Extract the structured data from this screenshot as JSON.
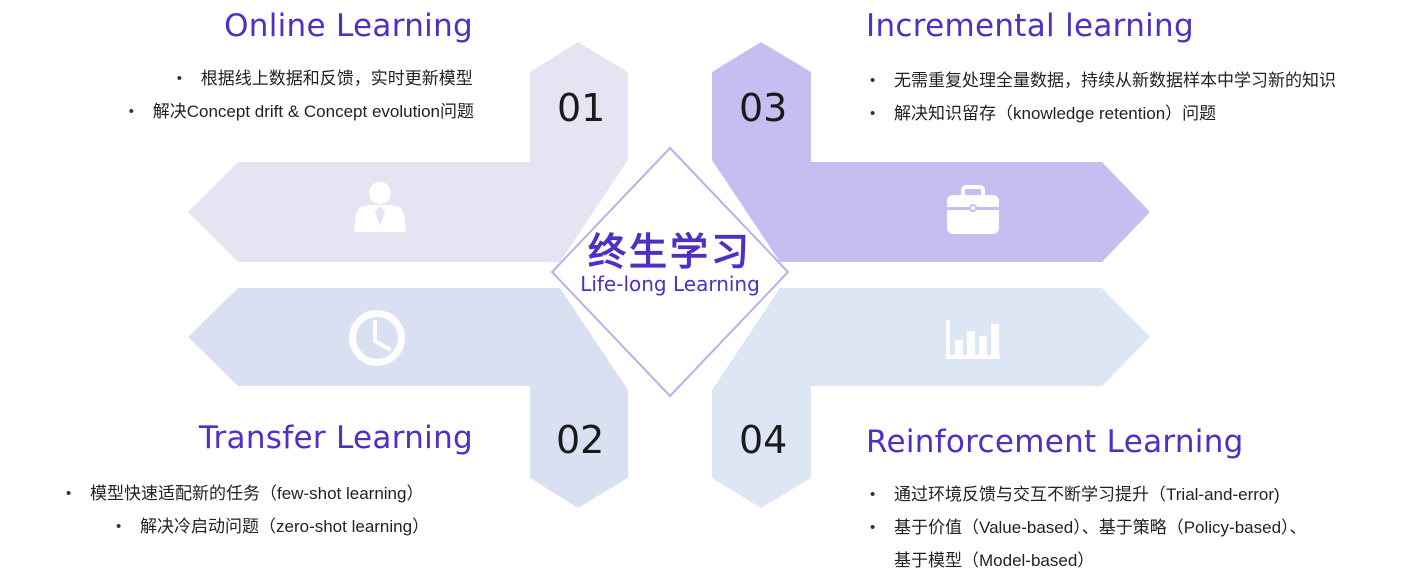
{
  "center": {
    "title_zh": "终生学习",
    "title_en": "Life-long  Learning"
  },
  "quadrants": [
    {
      "number": "01",
      "title": "Online Learning",
      "bullets": [
        "根据线上数据和反馈，实时更新模型",
        "解决Concept drift & Concept evolution问题"
      ],
      "icon": "user-icon",
      "color": "#e6e4f3"
    },
    {
      "number": "02",
      "title": "Transfer Learning",
      "bullets": [
        "模型快速适配新的任务（few-shot learning）",
        "解决冷启动问题（zero-shot learning）"
      ],
      "icon": "clock-icon",
      "color": "#d9e0f1"
    },
    {
      "number": "03",
      "title": "Incremental learning",
      "bullets": [
        "无需重复处理全量数据，持续从新数据样本中学习新的知识",
        "解决知识留存（knowledge retention）问题"
      ],
      "icon": "briefcase-icon",
      "color": "#c6bdf0"
    },
    {
      "number": "04",
      "title": "Reinforcement Learning",
      "bullets": [
        "通过环境反馈与交互不断学习提升（Trial-and-error)",
        "基于价值（Value-based）、基于策略（Policy-based）、",
        "基于模型（Model-based）"
      ],
      "icon": "bar-chart-icon",
      "color": "#dde6f5"
    }
  ],
  "colors": {
    "accent": "#4f2fc4",
    "diamond_stroke": "#b9b0e6"
  }
}
